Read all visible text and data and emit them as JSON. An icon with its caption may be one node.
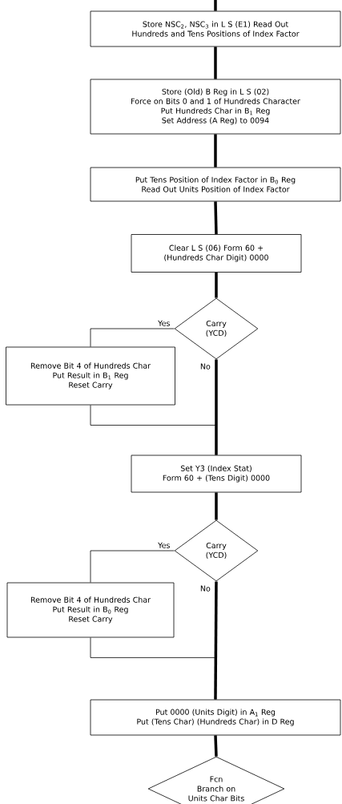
{
  "diagram": {
    "nodes": [
      {
        "text": [
          "Store NSC$_{2}$, NSC$_{3}$ in L S (E1) Read Out Hundreds and Tens Positions of Index Factor"
        ]
      },
      {
        "text": [
          "Store (Old) B Reg in L S (02)",
          "Force on Bits 0 and 1 of Hundreds Character",
          "Put Hundreds Char in B$_{1}$ Reg",
          "Set Address (A Reg) to 0094"
        ]
      },
      {
        "text": [
          "Put Tens Position of Index Factor in B$_{0}$ Reg",
          "Read Out Units Position of Index Factor"
        ]
      },
      {
        "text": [
          "Clear L S (06) Form 60 + (Hundreds Char Digit) 0000"
        ]
      },
      {
        "text": [
          "Carry (YCD)"
        ]
      },
      {
        "text": [
          "Remove Bit 4 of Hundreds Char",
          "Put Result in B$_{1}$ Reg",
          "Reset Carry"
        ]
      },
      {
        "text": [
          "Set Y3 (Index Stat)",
          "Form 60 + (Tens Digit) 0000"
        ]
      },
      {
        "text": [
          "Carry (YCD)"
        ]
      },
      {
        "text": [
          "Remove Bit 4 of Hundreds Char",
          "Put Result in B$_{0}$ Reg",
          "Reset Carry"
        ]
      },
      {
        "text": [
          "Put 0000 (Units Digit) in A$_{1}$ Reg",
          "Put (Tens Char) (Hundreds Char) in D Reg"
        ]
      },
      {
        "text": [
          "Fcn",
          "Branch on Units Char Bits"
        ]
      }
    ],
    "edges": [
      {
        "from": null,
        "to": 0,
        "arrow": "none"
      },
      {
        "from": 0,
        "to": 1,
        "arrow": "none"
      },
      {
        "from": 1,
        "to": 2,
        "arrow": "none"
      },
      {
        "from": 2,
        "to": 3,
        "arrow": "none"
      },
      {
        "from": 3,
        "to": 4,
        "arrow": "none"
      },
      {
        "from": 4,
        "to": 5,
        "arrow": "none",
        "label": "Yes"
      },
      {
        "from": 4,
        "to": 6,
        "arrow": "none",
        "label": "No"
      },
      {
        "from": 5,
        "to": 6,
        "arrow": "none"
      },
      {
        "from": 6,
        "to": 7,
        "arrow": "none"
      },
      {
        "from": 7,
        "to": 8,
        "arrow": "none",
        "label": "Yes"
      },
      {
        "from": 7,
        "to": 9,
        "arrow": "none",
        "label": "No"
      },
      {
        "from": 8,
        "to": 9,
        "arrow": "none"
      },
      {
        "from": 9,
        "to": 10,
        "arrow": "none"
      }
    ]
  }
}
